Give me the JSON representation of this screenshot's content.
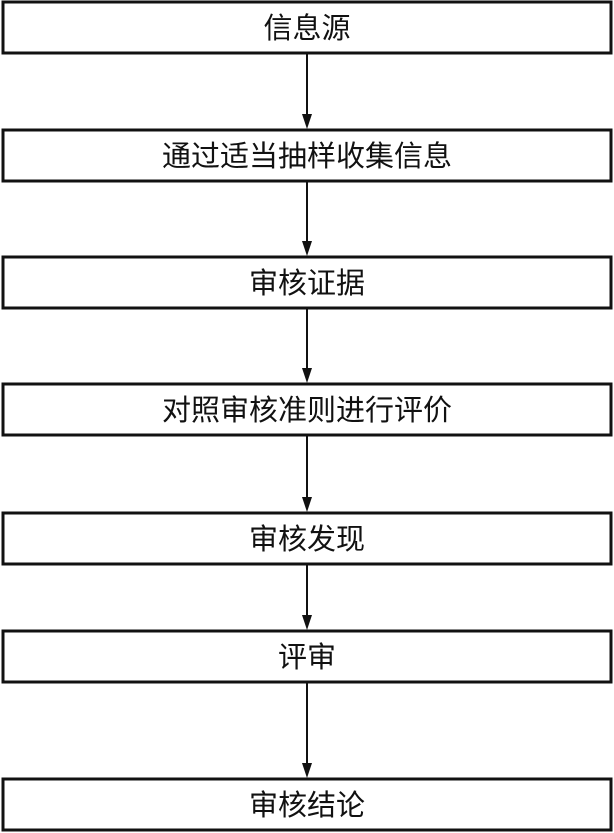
{
  "steps": [
    {
      "label": "信息源"
    },
    {
      "label": "通过适当抽样收集信息"
    },
    {
      "label": "审核证据"
    },
    {
      "label": "对照审核准则进行评价"
    },
    {
      "label": "审核发现"
    },
    {
      "label": "评审"
    },
    {
      "label": "审核结论"
    }
  ]
}
